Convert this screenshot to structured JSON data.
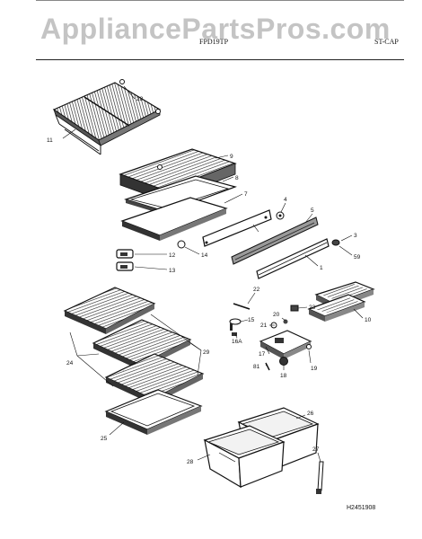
{
  "watermark": "AppliancePartsPros.com",
  "header": {
    "model": "FPD19TP",
    "section": "ST-CAP"
  },
  "document_id": "H2451908",
  "callouts": [
    "28",
    "11",
    "9",
    "8",
    "7",
    "4",
    "5",
    "3",
    "59",
    "1",
    "14",
    "12",
    "13",
    "22",
    "23",
    "15",
    "21",
    "20",
    "10",
    "16A",
    "17",
    "81",
    "18",
    "19",
    "24",
    "29",
    "25",
    "26",
    "27",
    "28"
  ]
}
